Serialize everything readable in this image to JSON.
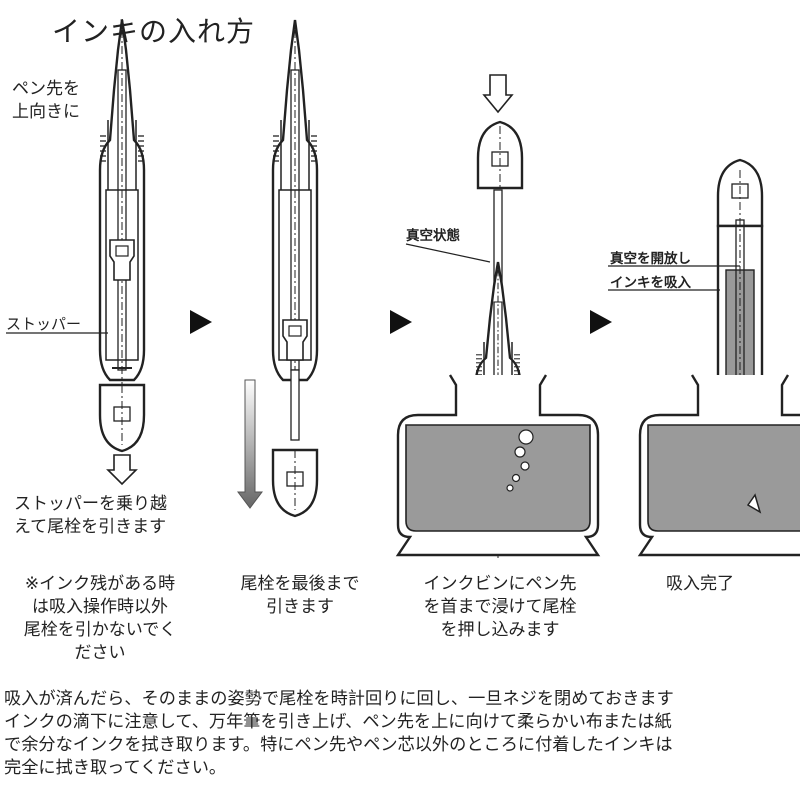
{
  "title": "インキの入れ方",
  "step1": {
    "nib_note": [
      "ペン先を",
      "上向きに"
    ],
    "stopper_label": "ストッパー",
    "instruction": [
      "ストッパーを乗り越",
      "えて尾栓を引きます"
    ]
  },
  "step3": {
    "vacuum_label": "真空状態"
  },
  "step4": {
    "callout": [
      "真空を開放し",
      "インキを吸入"
    ]
  },
  "captions": [
    [
      "※インク残がある時",
      "は吸入操作時以外",
      "尾栓を引かないでく",
      "ださい"
    ],
    [
      "尾栓を最後まで",
      "引きます"
    ],
    [
      "インクビンにペン先",
      "を首まで浸けて尾栓",
      "を押し込みます"
    ],
    [
      "吸入完了"
    ]
  ],
  "body": [
    "吸入が済んだら、そのままの姿勢で尾栓を時計回りに回し、一旦ネジを閉めておきます",
    "インクの滴下に注意して、万年筆を引き上げ、ペン先を上に向けて柔らかい布または紙",
    "で余分なインクを拭き取ります。特にペン先やペン芯以外のところに付着したインキは",
    "完全に拭き取ってください。"
  ]
}
